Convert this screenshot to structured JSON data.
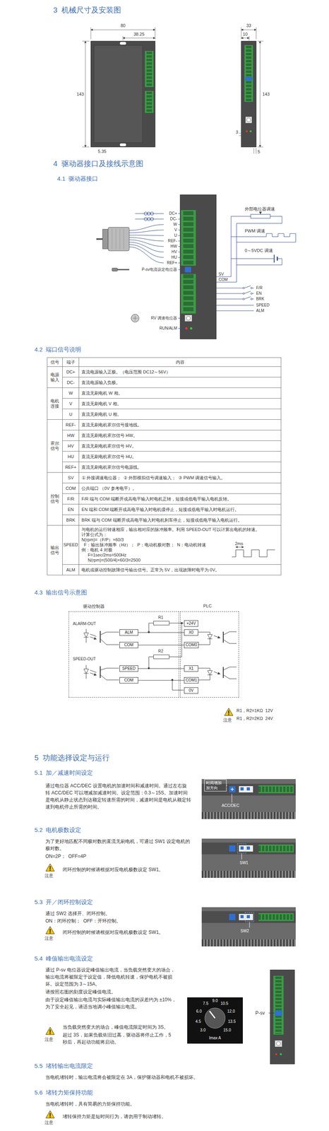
{
  "diagram": {
    "nodes": [
      {
        "text": [
          "驱动控制器"
        ]
      },
      {
        "text": [
          "ALM"
        ],
        "in": 0
      },
      {
        "text": [
          "COM"
        ],
        "in": 0
      },
      {
        "text": [
          "SPEED"
        ],
        "in": 0
      },
      {
        "text": [
          "COM"
        ],
        "in": 0
      },
      {
        "text": [
          "PLC"
        ]
      },
      {
        "text": [
          "+24V"
        ],
        "in": 5
      },
      {
        "text": [
          "X0"
        ],
        "in": 5
      },
      {
        "text": [
          "COM0"
        ],
        "in": 5
      },
      {
        "text": [
          "X1"
        ],
        "in": 5
      },
      {
        "text": [
          "COM1"
        ],
        "in": 5
      },
      {
        "text": [
          "0V"
        ],
        "in": 5
      }
    ],
    "edges": [
      {
        "from": 1,
        "to": 7,
        "arrow": "none"
      },
      {
        "from": 2,
        "to": 8,
        "arrow": "none"
      },
      {
        "from": 3,
        "to": 9,
        "arrow": "none"
      },
      {
        "from": 4,
        "to": 10,
        "arrow": "none"
      }
    ],
    "labels": [
      "3  机械尺寸及安装图",
      "80",
      "38.25",
      "143",
      "5.35",
      "33",
      "10",
      "143",
      "3",
      "5",
      "4  驱动器接口及接线示意图",
      "4.1  驱动器接口",
      "DC+",
      "DC-",
      "W",
      "V",
      "U",
      "REF-",
      "HW",
      "HV",
      "HU",
      "REF+",
      "P-sv电流设定电位器",
      "RV 调速电位器",
      "RUN/ALM",
      "外部电位器调速",
      "PWM 调速",
      "0～5VDC 调速",
      "SV",
      "COM",
      "F/R",
      "EN",
      "BRK",
      "SPEED",
      "ALM",
      "4.2  端口信号说明",
      "信号",
      "端子",
      "内容",
      "电源输入",
      "DC+",
      "直流电源输入正极。（电压范围 DC12～56V）",
      "DC-",
      "直流电源输入负极。",
      "电机连接",
      "W",
      "直流无刷电机 W 相。",
      "V",
      "直流无刷电机 V 相。",
      "U",
      "直流无刷电机 U 相。",
      "霍尔信号",
      "REF-",
      "直流无刷电机霍尔信号接地线。",
      "HW",
      "直流无刷电机霍尔信号 HW。",
      "HV",
      "直流无刷电机霍尔信号 HV。",
      "HU",
      "直流无刷电机霍尔信号 HU。",
      "REF+",
      "直流无刷电机霍尔信号电源线。",
      "控制信号",
      "SV",
      "① 外接调速电位器；  ② 外部模拟信号调速输入；  ③ PWM 调速信号输入。",
      "COM",
      "公共端口 （0V 参考电平）。",
      "F/R",
      "F/R 端与 COM 端断开或高电平输入时电机正转，短接或低电平输入电机反转。",
      "EN",
      "EN 端和 COM 端断开或高电平输入时电机缓停止，短接或低电平输入时电机运行。",
      "BRK",
      "BRK 端与 COM 端断开或高电平输入时电机刹车停止，短接或低电平输入电机运行。",
      "输出信号",
      "SPEED",
      "与电机的运行转速相应，输出相对应的脉冲频率。利用 SPEED-OUT 可以计算出电机的转速。",
      "计算公式为：",
      "N(rpm)=（F/P）×60/3",
      "F：输出脉冲频率（Hz）；  P：电动机极对数；  N：电动机转速",
      "例：电机 4 对极",
      "F=1sec/2ms=500Hz",
      "N(rpm)=(500/4)×60/3=2500",
      "2ms",
      "ALM",
      "电机或驱动控制故障信号输出信号。正常为 5V，出现故障时电平为 0V。",
      "4.3  输出信号示意图",
      "ALARM-OUT",
      "SPEED-OUT",
      "R1",
      "R2",
      "注意",
      "R1，R2=1KΩ  12V",
      "R1，R2=2KΩ  24V",
      "5  功能选择设定与运行",
      "5.1  加／减速时间设定",
      "通过电位器 ACC/DEC 设置电机的加速时间和减速时间。通过左右旋转 ACC/DEC 可以增减加减速时间。设定范围：0.3～15S。加速时间是电机从静止状态到达额定转速所需的时间，减速时间是电机从额定转速到电机停止所需的时间。",
      "时间增加 加方向",
      "ACC/DEC",
      "5.2  电机极数设定",
      "为了更好地匹配不同极对数的直流无刷电机，可通过 SW1 设定电机的极对数。",
      "ON=2P；  OFF=4P",
      "注意",
      "闭环控制的时候请根据对应电机极数设定 SW1。",
      "SW1",
      "5.3  开／闭环控制设定",
      "通过 SW2 选择开、闭环控制。",
      "ON：闭环控制；  OFF：开环控制。",
      "注意",
      "闭环控制的时候请根据对应电机极数设定 SW1。",
      "SW2",
      "5.4  峰值输出电流设定",
      "通过 P-sv 电位器设定峰值输出电流，当负载突然变大的场合，输出电流将被限定于设定值，降低电机转速，保护电机不被损坏。设定范围为 3～15A。",
      "请按照右图的刻度设定峰值电流。",
      "由于设定峰值输出电流与实际峰值输出电流的误差约为 ±10%，为了安全起见，请适当地调小峰值输出电流。",
      "注意",
      "当负载突然变大的场合，峰值电流限定时间为 3S。",
      "超过 3S，如果负载依旧过高，驱动器将停止工作，5 秒后，再起动功能将启动。",
      "3.0",
      "4.5",
      "6.0",
      "7.5",
      "9.0",
      "10.5",
      "12.0",
      "13.5",
      "15.0",
      "Imax A",
      "P-sv",
      "5.5  堵转输出电流限定",
      "当电机堵转时，输出电流将会被限定在 3A，保护驱动器和电机不被损坏。",
      "5.6  堵转力矩保持功能",
      "当电机堵转时，具有简易的力矩保持功能。",
      "注意",
      "堵转保持力矩是短时间行为，请勿用于制动堵转。"
    ]
  }
}
